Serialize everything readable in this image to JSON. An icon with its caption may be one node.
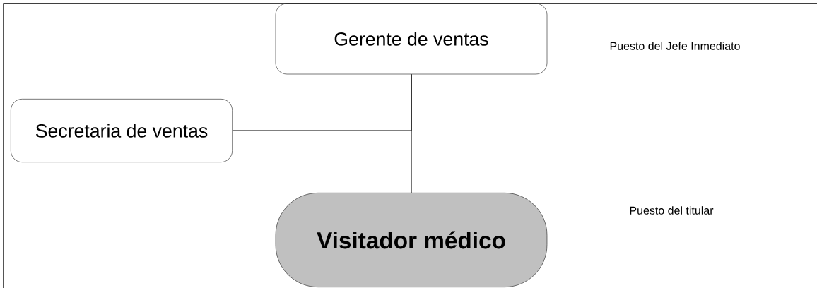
{
  "diagram": {
    "nodes": [
      {
        "text": [
          "Gerente de ventas"
        ]
      },
      {
        "text": [
          "Secretaria de ventas"
        ]
      },
      {
        "text": [
          "Visitador médico"
        ]
      }
    ],
    "edges": [
      {
        "from": 0,
        "to": 2,
        "arrow": "none"
      },
      {
        "from": 0,
        "to": 1,
        "arrow": "none"
      }
    ],
    "labels": [
      "Puesto del Jefe Inmediato",
      "Puesto del titular"
    ]
  }
}
